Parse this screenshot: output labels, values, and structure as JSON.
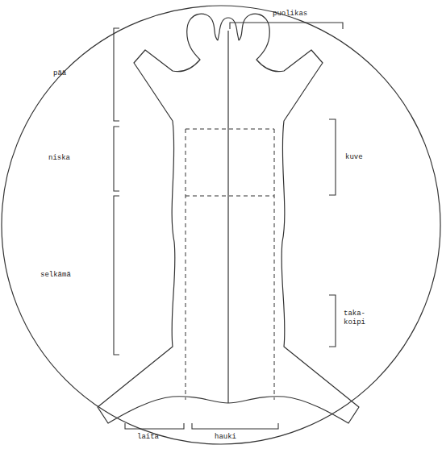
{
  "diagram": {
    "labels": [
      "puolikas",
      "pää",
      "niska",
      "kuve",
      "selkämä",
      "taka- koipi",
      "laita",
      "hauki"
    ]
  }
}
